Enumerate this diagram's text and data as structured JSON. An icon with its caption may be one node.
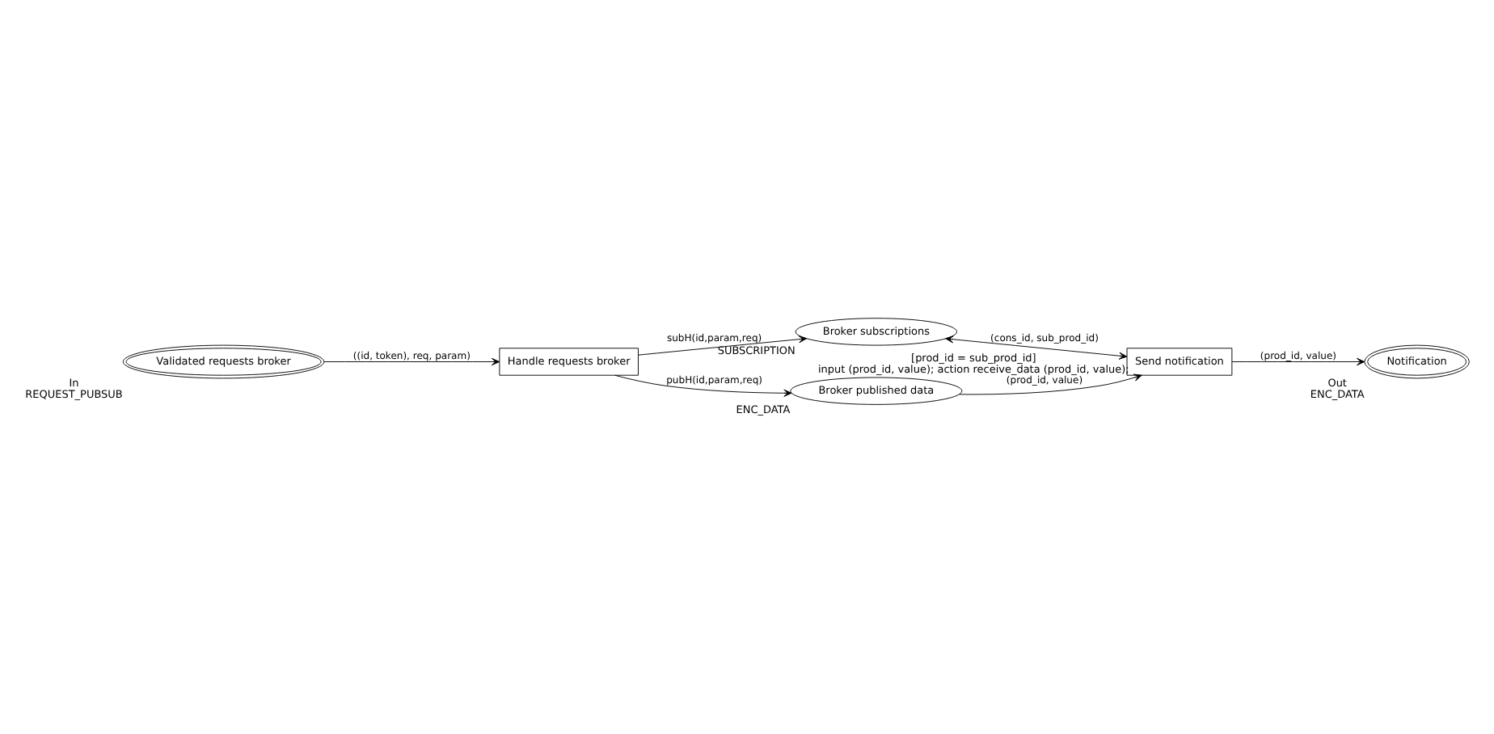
{
  "diagram": {
    "nodes": [
      {
        "text": [
          "Validated requests broker"
        ],
        "beside": [
          "In",
          "REQUEST_PUBSUB"
        ]
      },
      {
        "text": [
          "Notification"
        ],
        "beside": [
          "Out",
          "ENC_DATA"
        ]
      },
      {
        "text": [
          "Broker subscriptions"
        ],
        "beside": [
          "SUBSCRIPTION"
        ]
      },
      {
        "text": [
          "Handle requests broker"
        ]
      },
      {
        "text": [
          "Send notification"
        ],
        "beside": [
          "[prod_id = sub_prod_id]",
          "input (prod_id, value); action receive_data (prod_id, value);"
        ]
      },
      {
        "text": [
          "Broker published data"
        ],
        "beside": [
          "ENC_DATA"
        ]
      }
    ],
    "edges": [
      {
        "from": 0,
        "to": 3,
        "arrow": "to",
        "label": "((id, token), req, param)"
      },
      {
        "from": 3,
        "to": 2,
        "arrow": "to",
        "label": "subH(id,param,req)"
      },
      {
        "from": 3,
        "to": 5,
        "arrow": "to",
        "label": "pubH(id,param,req)"
      },
      {
        "from": 2,
        "to": 4,
        "arrow": "both",
        "label": "(cons_id, sub_prod_id)"
      },
      {
        "from": 5,
        "to": 4,
        "arrow": "to",
        "label": "(prod_id, value)"
      },
      {
        "from": 4,
        "to": 1,
        "arrow": "to",
        "label": "(prod_id, value)"
      }
    ]
  }
}
